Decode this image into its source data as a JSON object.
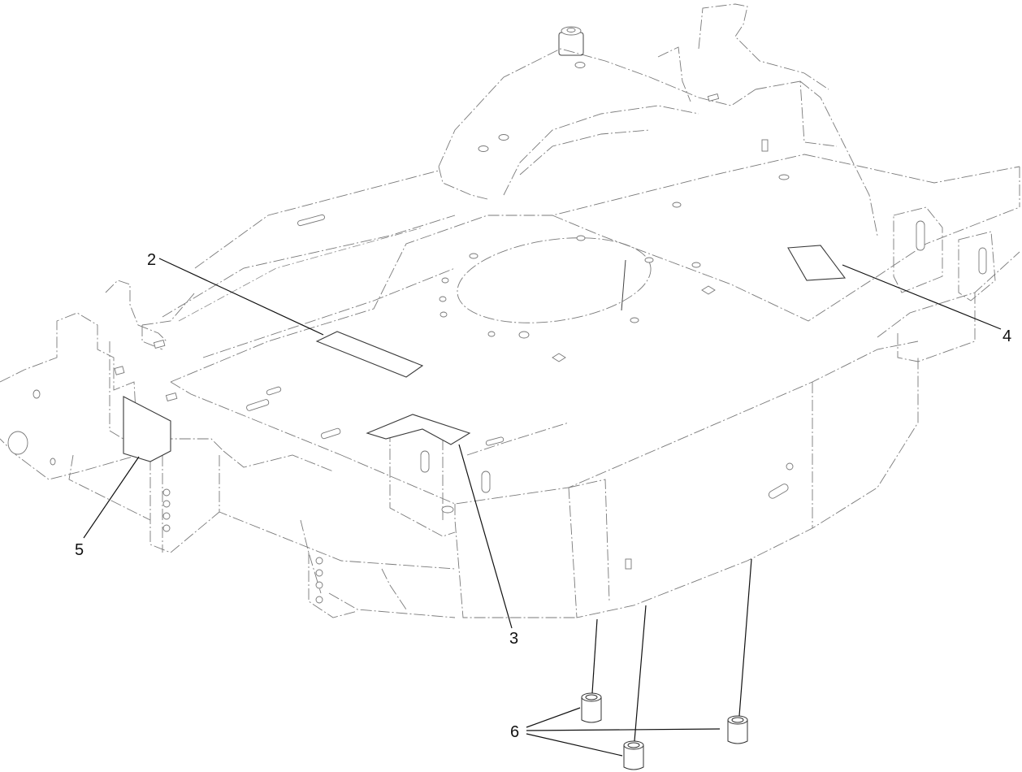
{
  "diagram": {
    "type": "exploded parts illustration",
    "subject": "main frame assembly with decals and bushings",
    "callouts": [
      {
        "id": "2",
        "label": "2",
        "target": "decal on top of frame (long rectangular)"
      },
      {
        "id": "3",
        "label": "3",
        "target": "decal on front bracket"
      },
      {
        "id": "4",
        "label": "4",
        "target": "decal on rear top deck"
      },
      {
        "id": "5",
        "label": "5",
        "target": "decal on left side plate"
      },
      {
        "id": "6",
        "label": "6",
        "target": "bushings (3x) below frame"
      }
    ]
  },
  "labels": {
    "c2": "2",
    "c3": "3",
    "c4": "4",
    "c5": "5",
    "c6": "6"
  }
}
